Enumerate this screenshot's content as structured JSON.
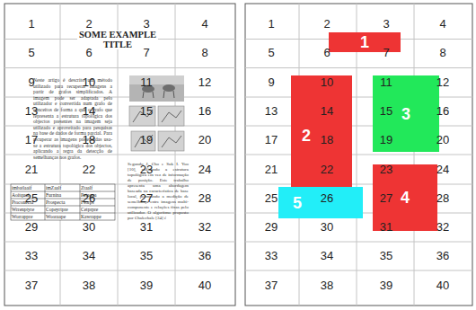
{
  "diagram": {
    "nodes": [
      {
        "text": [
          "1"
        ]
      },
      {
        "text": [
          "2"
        ]
      },
      {
        "text": [
          "3"
        ]
      },
      {
        "text": [
          "4"
        ]
      },
      {
        "text": [
          "5"
        ]
      }
    ],
    "labels": [
      "1",
      "2",
      "3",
      "4",
      "5",
      "6",
      "7",
      "8",
      "9",
      "10",
      "11",
      "12",
      "13",
      "14",
      "15",
      "16",
      "17",
      "18",
      "19",
      "20",
      "21",
      "22",
      "23",
      "24",
      "25",
      "26",
      "27",
      "28",
      "29",
      "30",
      "31",
      "32",
      "33",
      "34",
      "35",
      "36",
      "37",
      "38",
      "39",
      "40",
      "1",
      "2",
      "3",
      "4",
      "5",
      "6",
      "7",
      "8",
      "9",
      "10",
      "11",
      "12",
      "13",
      "14",
      "15",
      "16",
      "17",
      "18",
      "19",
      "20",
      "21",
      "22",
      "23",
      "24",
      "25",
      "26",
      "27",
      "28",
      "29",
      "30",
      "31",
      "32",
      "33",
      "34",
      "35",
      "36",
      "37",
      "38",
      "39",
      "40",
      "SOME EXAMPLE TITLE",
      "Neste artigo é descrito um método utilizado para recuperar imagens a partir de grafos simplificados. A imagem pode ser adaptada pelo utilizador e convertida num grafo de conceitos de forma a que o grafo que representa a estrutura topológica dos objectos presentes na imagem seja utilizado e aproveitado para pesquisas na base de dados de forma parcial. Para recuperar as imagens pretendidas usa-se a estrutura topológica dos objectos, aplicando a regra da detecção de semelhanças nos grafos.",
      "Segundo J. Cho e Suk I. Yoo [10], utilizando a estrutura topológica em vez de informação de posição. Este trabalho apresenta uma abordagem baseada na característica de base local, permitindo a medição de semelhança entre imagens multi-componente e relações fixas pelo utilizador. O algoritmo proposto por Chalechale [34] é",
      "imbatlaaif",
      "imZaalf",
      "Ztaalf",
      "Aoitquoi",
      "Furnina",
      "Petaqua",
      "Ptoconecta",
      "Prospecta",
      "Fsorps",
      "Wrrenptyre",
      "Copeyrtpre",
      "Cetprpre",
      "Worrappre",
      "Wooraape",
      "Kawrappe"
    ]
  }
}
